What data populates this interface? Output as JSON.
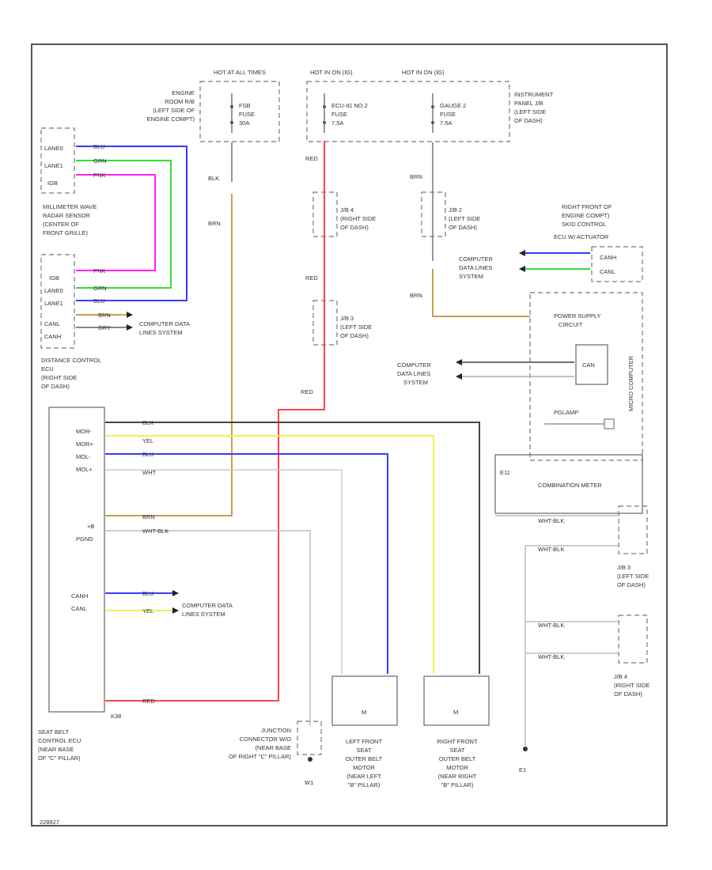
{
  "colors": {
    "BLU": "#3a3aff",
    "GRN": "#33dd33",
    "PNK": "#ff22ee",
    "BRN": "#c8a050",
    "GRY": "#888888",
    "RED": "#ff4444",
    "YEL": "#f0f050",
    "BLK": "#444444",
    "WHT": "#dddddd",
    "WHTBLK": "#bbbbbb"
  },
  "fuses": {
    "hot_at_all_times": "HOT AT ALL TIMES",
    "hot_in_on_1": "HOT IN ON (IG)",
    "hot_in_on_2": "HOT IN ON (IG)",
    "fuse1": [
      "FSB",
      "FUSE",
      "30A"
    ],
    "fuse2": [
      "ECU-IG NO.2",
      "FUSE",
      "7.5A"
    ],
    "fuse3": [
      "GAUGE 2",
      "FUSE",
      "7.5A"
    ],
    "engine_room_rb": [
      "ENGINE",
      "ROOM R/B",
      "(LEFT SIDE OF",
      "ENGINE COMPT)"
    ],
    "instrument_panel_jb": [
      "INSTRUMENT",
      "PANEL J/B",
      "(LEFT SIDE",
      "OF DASH)"
    ]
  },
  "radar": {
    "connector_top": [
      "LANE0",
      "LANE1",
      "IGB"
    ],
    "connector_bottom": [
      "IGB",
      "LANE0",
      "LANE1",
      "CANL",
      "CANH"
    ],
    "sensor_label": [
      "MILLIMETER WAVE",
      "RADAR SENSOR",
      "(CENTER OF",
      "FRONT GRILLE)"
    ],
    "data_lines": [
      "COMPUTER DATA",
      "LINES SYSTEM"
    ]
  },
  "distance_ecu": [
    "DISTANCE CONTROL",
    "ECU",
    "(RIGHT SIDE",
    "OF DASH)"
  ],
  "wires": {
    "BLK": "BLK",
    "BRN": "BRN",
    "RED": "RED",
    "YEL": "YEL",
    "BLU": "BLU",
    "WHT": "WHT",
    "WHTBLK": "WHT-BLK",
    "GRN": "GRN",
    "PNK": "PNK",
    "GRY": "GRY"
  },
  "junctions": {
    "jb4_top": [
      "J/B 4",
      "(RIGHT SIDE",
      "OF DASH)"
    ],
    "jb3_top": [
      "J/B 3",
      "(LEFT SIDE",
      "OF DASH)"
    ],
    "jb2_top": [
      "J/B 2",
      "(LEFT SIDE",
      "OF DASH)"
    ],
    "jb3_right": [
      "J/B 3",
      "(LEFT SIDE",
      "OF DASH)"
    ],
    "jb4_right": [
      "J/B 4",
      "(RIGHT SIDE",
      "OF DASH)"
    ]
  },
  "skid": {
    "label": [
      "RIGHT FRONT OF",
      "ENGINE COMPT)",
      "SKID CONTROL",
      "ECU W/ ACTUATOR"
    ],
    "pins": [
      "CANH",
      "CANL"
    ],
    "data_lines": [
      "COMPUTER",
      "DATA LINES",
      "SYSTEM"
    ]
  },
  "meter": {
    "power_supply": [
      "POWER SUPPLY",
      "CIRCUIT"
    ],
    "pglamp": "PGLAMP",
    "can": "CAN",
    "micro": "MICRO COMPUTER",
    "label": "COMBINATION METER",
    "data_lines": [
      "COMPUTER",
      "DATA LINES",
      "SYSTEM"
    ],
    "connector": "E11"
  },
  "seatbelt_ecu": {
    "pins_left": [
      "MOR-",
      "MOR+",
      "MOL-",
      "MOL+",
      "+B",
      "PGND",
      "CANH",
      "CANL"
    ],
    "data_lines": [
      "COMPUTER DATA",
      "LINES SYSTEM"
    ],
    "label": [
      "SEAT BELT",
      "CONTROL ECU",
      "(NEAR BASE",
      "OF \"C\" PILLAR)"
    ],
    "connector": "K38"
  },
  "motors": {
    "left": [
      "LEFT FRONT",
      "SEAT",
      "OUTER BELT",
      "MOTOR",
      "(NEAR LEFT",
      "\"B\" PILLAR)"
    ],
    "right": [
      "RIGHT FRONT",
      "SEAT",
      "OUTER BELT",
      "MOTOR",
      "(NEAR RIGHT",
      "\"B\" PILLAR)"
    ],
    "symbol": "M"
  },
  "ground": {
    "junction": [
      "JUNCTION",
      "CONNECTOR W/O",
      "(NEAR BASE",
      "OF RIGHT \"C\" PILLAR)"
    ],
    "g1": "W1",
    "g2": "E1"
  },
  "footer": "228827"
}
